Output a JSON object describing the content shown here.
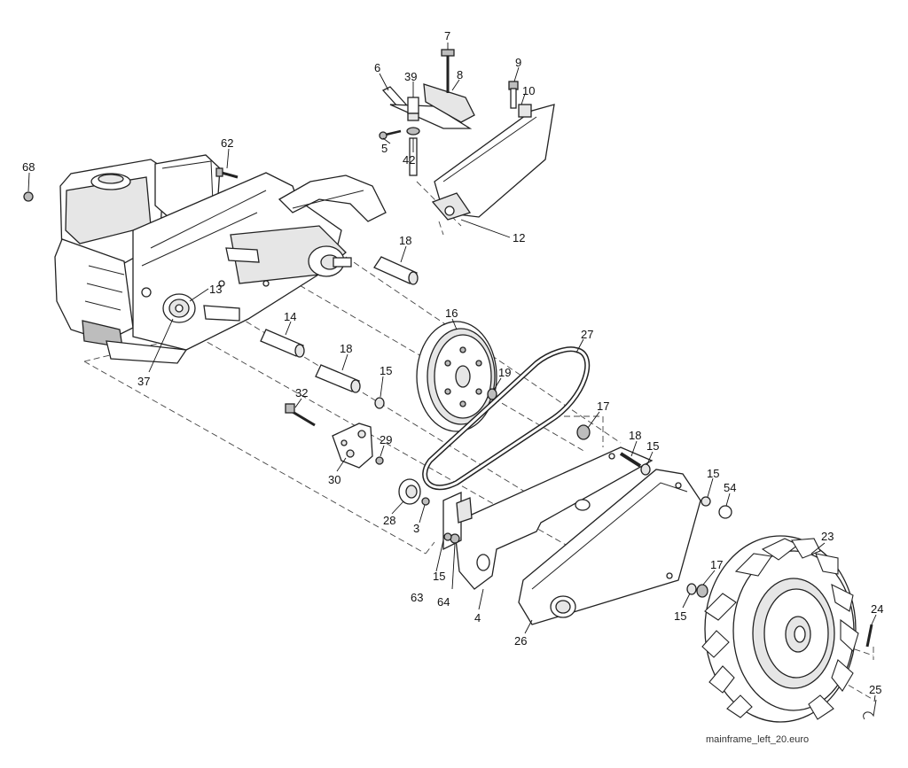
{
  "file_name": "mainframe_left_20.euro",
  "callouts": [
    {
      "id": "c7",
      "text": "7"
    },
    {
      "id": "c6",
      "text": "6"
    },
    {
      "id": "c39",
      "text": "39"
    },
    {
      "id": "c8",
      "text": "8"
    },
    {
      "id": "c9",
      "text": "9"
    },
    {
      "id": "c10",
      "text": "10"
    },
    {
      "id": "c5",
      "text": "5"
    },
    {
      "id": "c42",
      "text": "42"
    },
    {
      "id": "c62",
      "text": "62"
    },
    {
      "id": "c68",
      "text": "68"
    },
    {
      "id": "c12",
      "text": "12"
    },
    {
      "id": "c18a",
      "text": "18"
    },
    {
      "id": "c13",
      "text": "13"
    },
    {
      "id": "c16",
      "text": "16"
    },
    {
      "id": "c14",
      "text": "14"
    },
    {
      "id": "c27",
      "text": "27"
    },
    {
      "id": "c37",
      "text": "37"
    },
    {
      "id": "c18b",
      "text": "18"
    },
    {
      "id": "c15a",
      "text": "15"
    },
    {
      "id": "c19",
      "text": "19"
    },
    {
      "id": "c32",
      "text": "32"
    },
    {
      "id": "c17a",
      "text": "17"
    },
    {
      "id": "c18c",
      "text": "18"
    },
    {
      "id": "c15b",
      "text": "15"
    },
    {
      "id": "c29",
      "text": "29"
    },
    {
      "id": "c30",
      "text": "30"
    },
    {
      "id": "c15c",
      "text": "15"
    },
    {
      "id": "c54",
      "text": "54"
    },
    {
      "id": "c28",
      "text": "28"
    },
    {
      "id": "c3",
      "text": "3"
    },
    {
      "id": "c23",
      "text": "23"
    },
    {
      "id": "c17b",
      "text": "17"
    },
    {
      "id": "c15d",
      "text": "15"
    },
    {
      "id": "c63",
      "text": "63"
    },
    {
      "id": "c64",
      "text": "64"
    },
    {
      "id": "c4",
      "text": "4"
    },
    {
      "id": "c15e",
      "text": "15"
    },
    {
      "id": "c24",
      "text": "24"
    },
    {
      "id": "c26",
      "text": "26"
    },
    {
      "id": "c25",
      "text": "25"
    }
  ]
}
